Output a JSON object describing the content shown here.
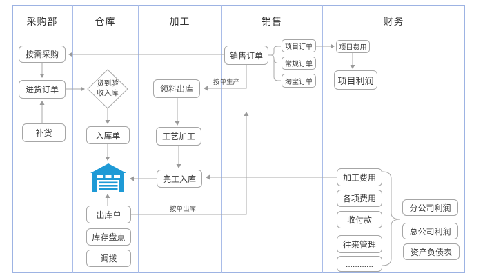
{
  "colors": {
    "lane_border": "#9db3e3",
    "icon_blue": "#1e9ad6",
    "connector_gray": "#a8a8a8",
    "box_border": "#a6a6a6"
  },
  "lanes": {
    "purchasing": "采购部",
    "warehouse": "仓库",
    "processing": "加工",
    "sales": "销售",
    "finance": "财务"
  },
  "nodes": {
    "purchase_on_demand": "按需采购",
    "purchase_order": "进货订单",
    "replenish": "补货",
    "receive_inspect_line1": "货到验",
    "receive_inspect_line2": "收入库",
    "inbound_note": "入库单",
    "outbound_note": "出库单",
    "stocktaking": "库存盘点",
    "transfer": "调拨",
    "material_issue": "领料出库",
    "process_work": "工艺加工",
    "finished_inbound": "完工入库",
    "sales_order": "销售订单",
    "project_order": "项目订单",
    "regular_order": "常规订单",
    "taobao_order": "淘宝订单",
    "project_expense": "项目费用",
    "project_profit": "项目利润",
    "processing_expense": "加工费用",
    "various_expense": "各项费用",
    "receipt_payment": "收付款",
    "transaction_mgmt": "往来管理",
    "more_items": "............",
    "branch_profit": "分公司利润",
    "hq_profit": "总公司利润",
    "balance_sheet": "资产负债表"
  },
  "edge_labels": {
    "produce_to_order": "按单生产",
    "outbound_to_order": "按单出库"
  }
}
